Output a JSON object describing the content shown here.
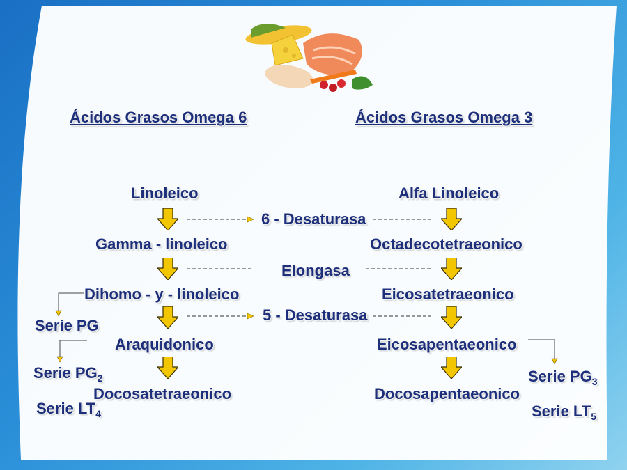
{
  "omega6": {
    "title": "Ácidos Grasos Omega 6",
    "steps": [
      "Linoleico",
      "Gamma - linoleico",
      "Dihomo - y - linoleico",
      "Araquidonico",
      "Docosatetraeonico"
    ],
    "side": {
      "serie_pg": "Serie PG",
      "serie_pg2": "Serie PG",
      "serie_pg2_sub": "2",
      "serie_lt4": "Serie LT",
      "serie_lt4_sub": "4"
    }
  },
  "omega3": {
    "title": "Ácidos Grasos Omega 3",
    "steps": [
      "Alfa Linoleico",
      "Octadecotetraeonico",
      "Eicosatetraeonico",
      "Eicosapentaeonico",
      "Docosapentaeonico"
    ],
    "side": {
      "serie_pg3": "Serie PG",
      "serie_pg3_sub": "3",
      "serie_lt5": "Serie LT",
      "serie_lt5_sub": "5"
    }
  },
  "enzymes": [
    "6 - Desaturasa",
    "Elongasa",
    "5 - Desaturasa"
  ],
  "colors": {
    "text": "#1d2f7a",
    "arrow": "#f2c600",
    "background_top": "#1a6fc4",
    "background_bottom": "#8fd2ef",
    "card": "#ffffff"
  },
  "image": "food-illustration"
}
